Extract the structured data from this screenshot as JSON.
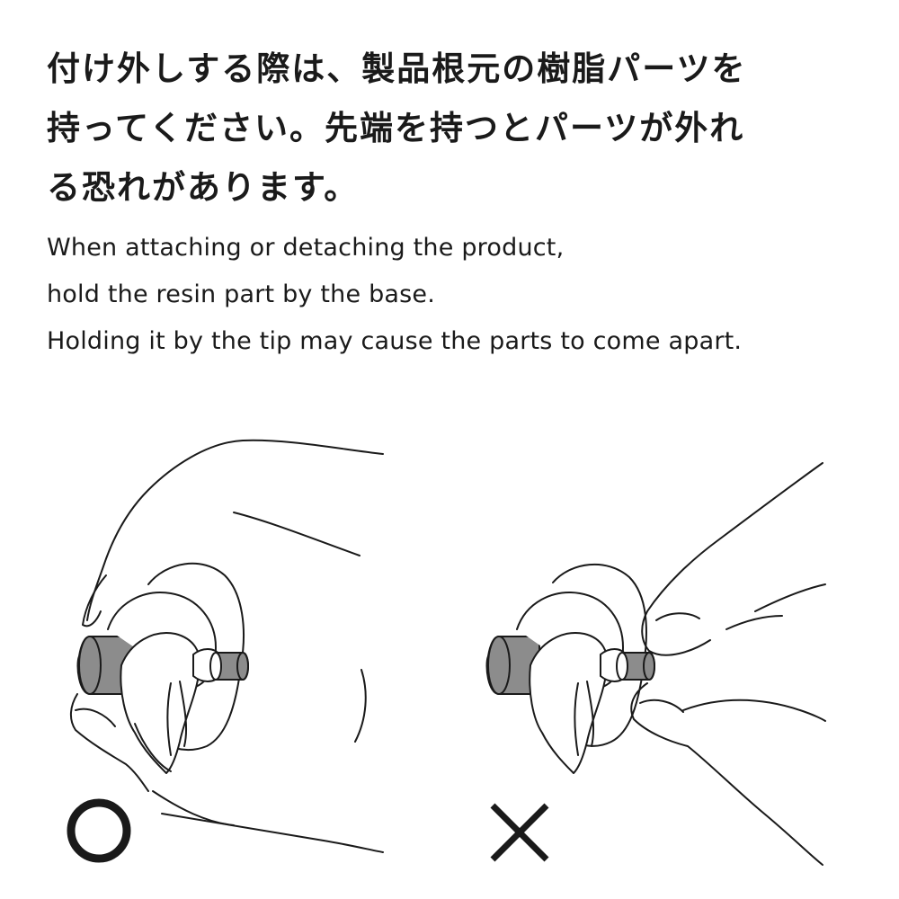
{
  "notice": {
    "jp_lines": [
      "付け外しする際は、製品根元の樹脂パーツを",
      "持ってください。先端を持つとパーツが外れ",
      "る恐れがあります。"
    ],
    "en_lines": [
      "When attaching or detaching the product,",
      "hold the resin part by the base.",
      "Holding it by the tip may cause the parts to come apart."
    ]
  },
  "examples": {
    "correct_mark": "correct-circle-icon",
    "incorrect_mark": "incorrect-cross-icon"
  },
  "colors": {
    "text": "#1a1a1a",
    "line": "#1a1a1a",
    "resin_part": "#8c8c8c",
    "background": "#ffffff"
  }
}
